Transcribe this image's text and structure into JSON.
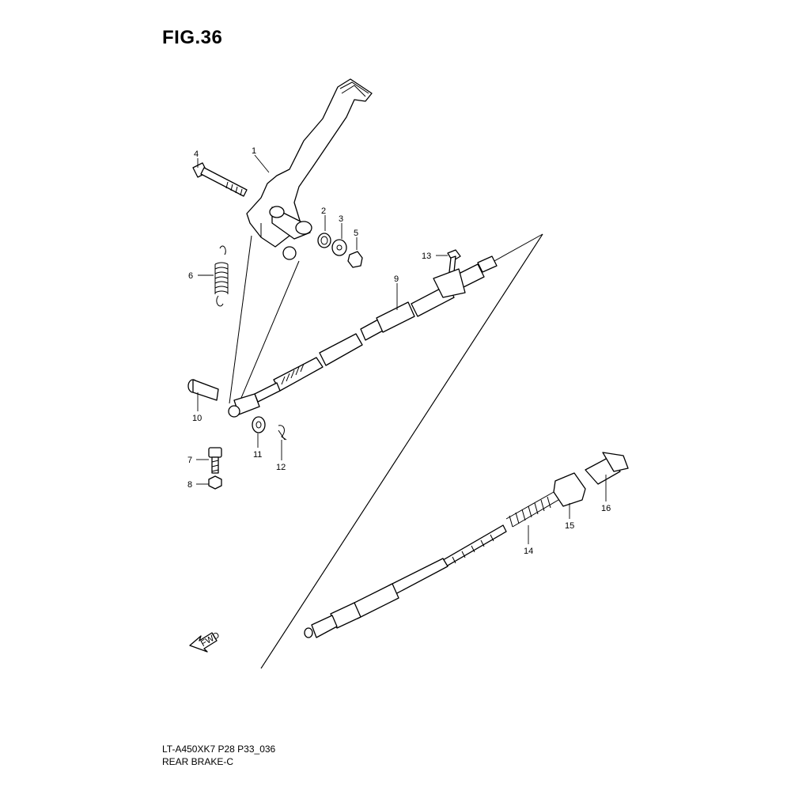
{
  "figure": {
    "title": "FIG.36",
    "model_code": "LT-A450XK7 P28 P33_036",
    "section_name": "REAR BRAKE-C",
    "fwd_label": "FWD"
  },
  "callouts": [
    {
      "number": "1"
    },
    {
      "number": "2"
    },
    {
      "number": "3"
    },
    {
      "number": "4"
    },
    {
      "number": "5"
    },
    {
      "number": "6"
    },
    {
      "number": "7"
    },
    {
      "number": "8"
    },
    {
      "number": "9"
    },
    {
      "number": "10"
    },
    {
      "number": "11"
    },
    {
      "number": "12"
    },
    {
      "number": "13"
    },
    {
      "number": "14"
    },
    {
      "number": "15"
    },
    {
      "number": "16"
    }
  ]
}
